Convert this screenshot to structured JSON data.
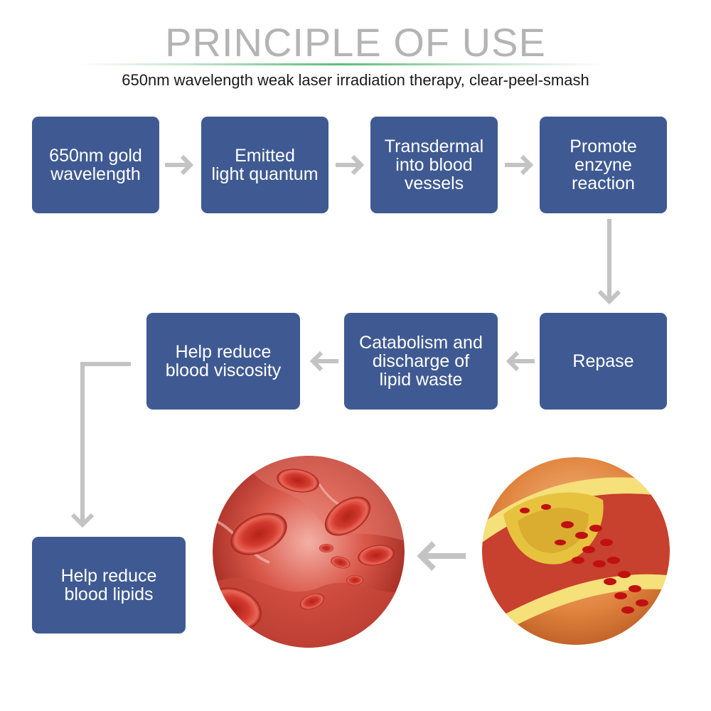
{
  "header": {
    "title": "PRINCIPLE OF USE",
    "subtitle": "650nm wavelength weak laser irradiation therapy, clear-peel-smash"
  },
  "steps": [
    "650nm gold\nwavelength",
    "Emitted\nlight quantum",
    "Transdermal\ninto blood\nvessels",
    "Promote\nenzyne\nreaction",
    "Repase",
    "Catabolism and\ndischarge of\nlipid waste",
    "Help reduce\nblood viscosity",
    "Help reduce\nblood lipids"
  ],
  "colors": {
    "box": "#3f5a92",
    "arrow": "#c3c3c3",
    "title": "#b4b4b4",
    "title_rule": "#5dbb79"
  },
  "images": [
    {
      "name": "red-blood-cells-illustration"
    },
    {
      "name": "clogged-artery-illustration"
    }
  ]
}
